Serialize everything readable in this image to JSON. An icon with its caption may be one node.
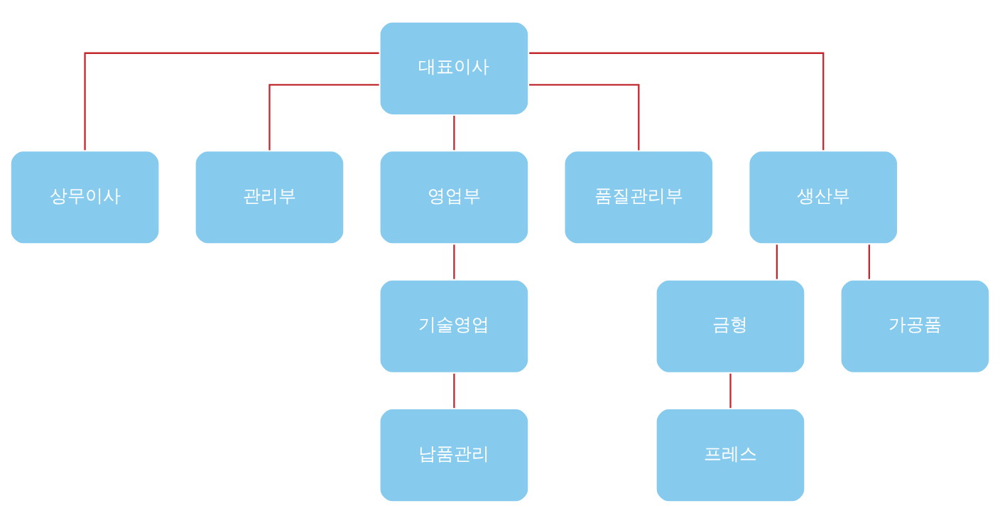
{
  "diagram": {
    "nodes": [
      {
        "text": [
          "대표이사"
        ]
      },
      {
        "text": [
          "상무이사"
        ]
      },
      {
        "text": [
          "관리부"
        ]
      },
      {
        "text": [
          "영업부"
        ]
      },
      {
        "text": [
          "품질관리부"
        ]
      },
      {
        "text": [
          "생산부"
        ]
      },
      {
        "text": [
          "기술영업"
        ]
      },
      {
        "text": [
          "금형"
        ]
      },
      {
        "text": [
          "가공품"
        ]
      },
      {
        "text": [
          "납품관리"
        ]
      },
      {
        "text": [
          "프레스"
        ]
      }
    ],
    "edges": [
      {
        "from": 0,
        "to": 1,
        "arrow": "none"
      },
      {
        "from": 0,
        "to": 2,
        "arrow": "none"
      },
      {
        "from": 0,
        "to": 3,
        "arrow": "none"
      },
      {
        "from": 0,
        "to": 4,
        "arrow": "none"
      },
      {
        "from": 0,
        "to": 5,
        "arrow": "none"
      },
      {
        "from": 3,
        "to": 6,
        "arrow": "none"
      },
      {
        "from": 5,
        "to": 7,
        "arrow": "none"
      },
      {
        "from": 5,
        "to": 8,
        "arrow": "none"
      },
      {
        "from": 6,
        "to": 9,
        "arrow": "none"
      },
      {
        "from": 7,
        "to": 10,
        "arrow": "none"
      }
    ]
  }
}
